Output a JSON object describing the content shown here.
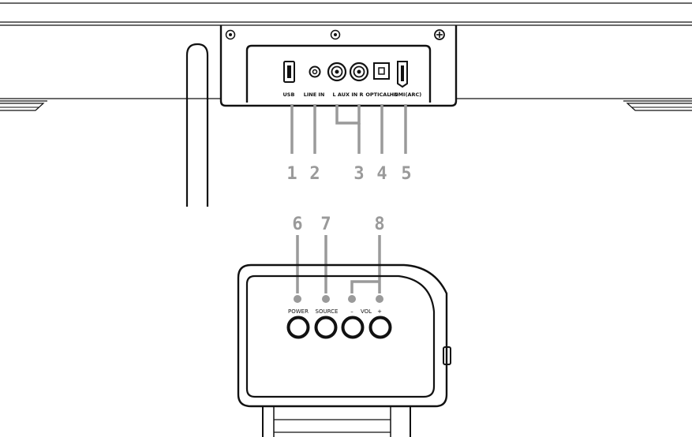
{
  "ports": [
    {
      "key": "usb",
      "label": "USB"
    },
    {
      "key": "line-in",
      "label": "LINE IN"
    },
    {
      "key": "aux-in",
      "label": "L  AUX IN  R"
    },
    {
      "key": "optical-in",
      "label": "OPTICAL IN"
    },
    {
      "key": "hdmi-arc",
      "label": "HDMI(ARC)"
    }
  ],
  "buttons": [
    {
      "key": "power",
      "label": "POWER"
    },
    {
      "key": "source",
      "label": "SOURCE"
    },
    {
      "key": "vol-minus",
      "label": "–"
    },
    {
      "key": "vol-plus",
      "label": "+"
    }
  ],
  "vol_label": "VOL",
  "callouts": {
    "c1": "1",
    "c2": "2",
    "c3": "3",
    "c4": "4",
    "c5": "5",
    "c6": "6",
    "c7": "7",
    "c8": "8"
  }
}
